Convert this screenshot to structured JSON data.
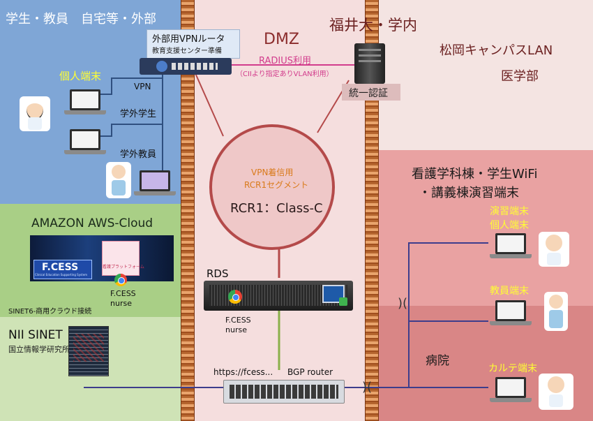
{
  "zones": {
    "home": "学生・教員　自宅等・外部",
    "dmz": "DMZ",
    "campus": "福井大・学内",
    "matsuoka_lan": "松岡キャンパスLAN",
    "medical": "医学部",
    "aws": "AMAZON AWS-Cloud",
    "nii_title": "NII SINET",
    "nii_sub": "国立情報学研究所",
    "nursing": "看護学科棟・学生WiFi",
    "lecture": "・講義棟演習端末",
    "hospital": "病院"
  },
  "router": {
    "title": "外部用VPNルータ",
    "sub": "教育支援センター準備"
  },
  "radius": {
    "label": "RADIUS利用",
    "note": "（CIIより指定ありVLAN利用）"
  },
  "auth": "統一認証",
  "connections": {
    "vpn": "VPN",
    "student": "学外学生",
    "teacher": "学外教員",
    "personal": "個人端末",
    "sinet": "SINET6-商用クラウド接続"
  },
  "rcr": {
    "line1": "VPN着信用",
    "line2": "RCR1セグメント",
    "main": "RCR1：Class-C"
  },
  "rds": {
    "label": "RDS",
    "app1": "F.CESS",
    "app2": "nurse"
  },
  "fcess": {
    "logo": "F.CESS",
    "tagline": "Clinical Education Supporting System",
    "badge": "看護プラットフォーム",
    "app1": "F.CESS",
    "app2": "nurse"
  },
  "bgp": {
    "url": "https://fcess...",
    "label": "BGP router"
  },
  "terminals": {
    "practice1": "演習端末",
    "practice2": "個人端末",
    "faculty": "教員端末",
    "karte": "カルテ端末"
  },
  "colors": {
    "home_bg": "#7fa6d6",
    "aws_bg": "#a9cf86",
    "nii_bg": "#cfe3b6",
    "dmz_bg": "#f5dede",
    "campus_bg": "#f4e4e2",
    "nursing_bg": "#e9a2a2",
    "hospital_bg": "#d98686",
    "rcr_line": "#b44a4a",
    "radius_text": "#d23c8c",
    "yellow_label": "#ffff33",
    "bgp_line": "#8ab04a",
    "net_line": "#3d3d8c"
  }
}
